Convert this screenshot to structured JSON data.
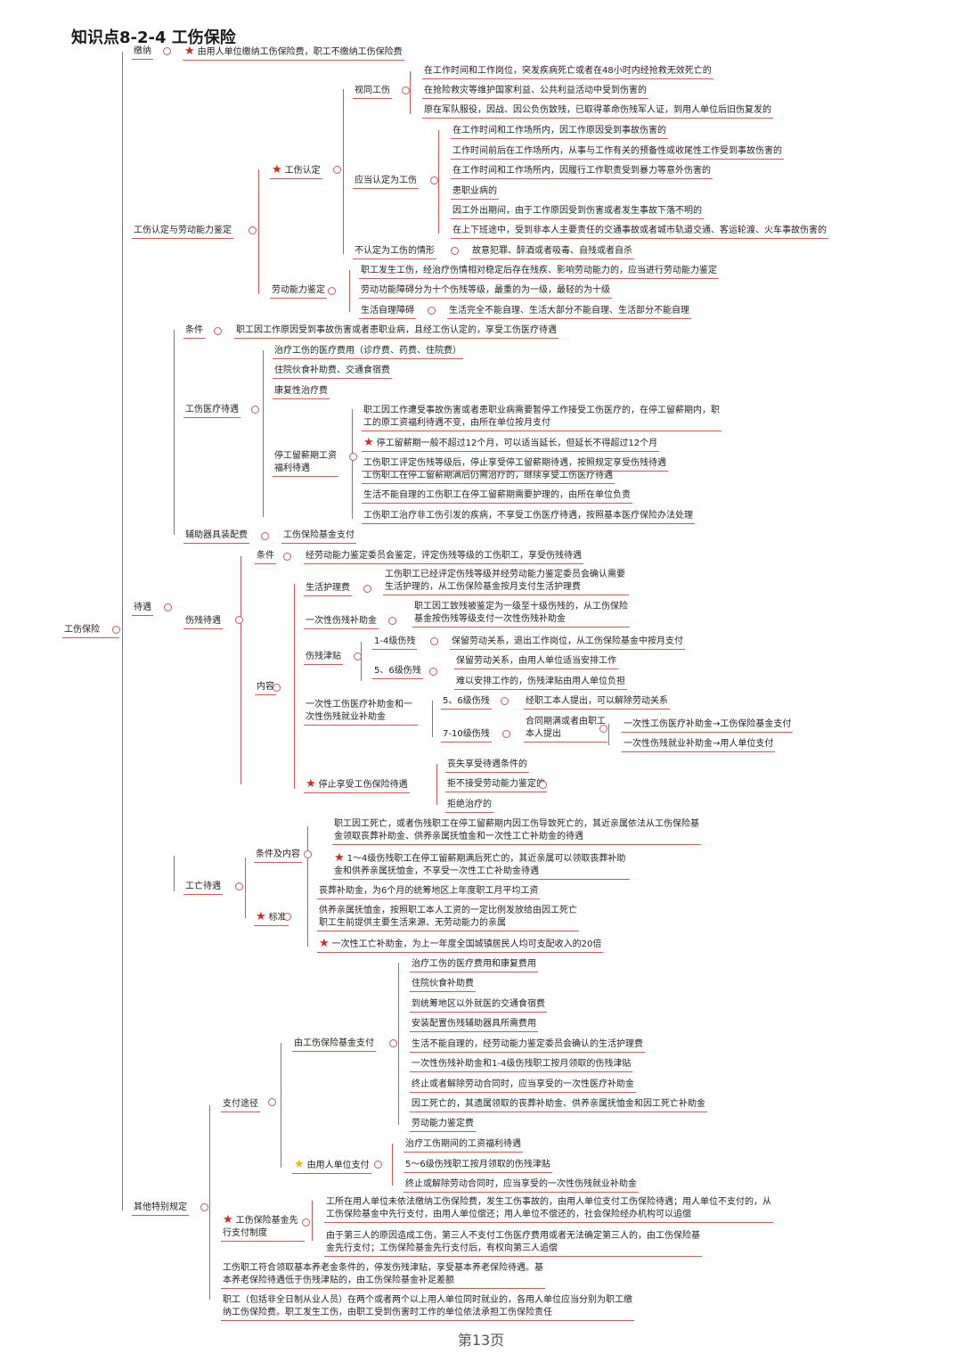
{
  "title": "知识点8-2-4 工伤保险",
  "footer": "第13页",
  "nodes": [
    {
      "id": "root",
      "text": "工伤保险"
    },
    {
      "id": "jiaona",
      "text": "缴纳"
    },
    {
      "id": "jiaona_c",
      "text": "由用人单位缴纳工伤保险费，职工不缴纳工伤保险费",
      "star": "red"
    },
    {
      "id": "rd",
      "text": "工伤认定与劳动能力鉴定"
    },
    {
      "id": "gsrd",
      "text": "工伤认定",
      "star": "red"
    },
    {
      "id": "stgs",
      "text": "视同工伤"
    },
    {
      "id": "stgs1",
      "text": "在工作时间和工作岗位，突发疾病死亡或者在48小时内经抢救无效死亡的"
    },
    {
      "id": "stgs2",
      "text": "在抢险救灾等维护国家利益、公共利益活动中受到伤害的"
    },
    {
      "id": "stgs3",
      "text": "原在军队服役，因战、因公负伤致残，已取得革命伤残军人证，到用人单位后旧伤复发的"
    },
    {
      "id": "yrd",
      "text": "应当认定为工伤"
    },
    {
      "id": "yrd1",
      "text": "在工作时间和工作场所内，因工作原因受到事故伤害的"
    },
    {
      "id": "yrd2",
      "text": "工作时间前后在工作场所内，从事与工作有关的预备性或收尾性工作受到事故伤害的"
    },
    {
      "id": "yrd3",
      "text": "在工作时间和工作场所内，因履行工作职责受到暴力等意外伤害的"
    },
    {
      "id": "yrd4",
      "text": "患职业病的"
    },
    {
      "id": "yrd5",
      "text": "因工外出期间，由于工作原因受到伤害或者发生事故下落不明的"
    },
    {
      "id": "yrd6",
      "text": "在上下班途中，受到非本人主要责任的交通事故或者城市轨道交通、客运轮渡、火车事故伤害的"
    },
    {
      "id": "brd",
      "text": "不认定为工伤的情形"
    },
    {
      "id": "brd1",
      "text": "故意犯罪、醉酒或者吸毒、自残或者自杀"
    },
    {
      "id": "ldnl",
      "text": "劳动能力鉴定"
    },
    {
      "id": "ldnl1",
      "text": "职工发生工伤，经治疗伤情相对稳定后存在残疾、影响劳动能力的，应当进行劳动能力鉴定"
    },
    {
      "id": "ldnl2",
      "text": "劳动功能障碍分为十个伤残等级，最重的为一级，最轻的为十级"
    },
    {
      "id": "ldnl3",
      "text": "生活自理障碍"
    },
    {
      "id": "ldnl3a",
      "text": "生活完全不能自理、生活大部分不能自理、生活部分不能自理"
    },
    {
      "id": "dy",
      "text": "待遇"
    },
    {
      "id": "tj",
      "text": "条件"
    },
    {
      "id": "tj1",
      "text": "职工因工作原因受到事故伤害或者患职业病，且经工伤认定的，享受工伤医疗待遇"
    },
    {
      "id": "ylzd",
      "text": "工伤医疗待遇"
    },
    {
      "id": "yl1",
      "text": "治疗工伤的医疗费用（诊疗费、药费、住院费）"
    },
    {
      "id": "yl2",
      "text": "住院伙食补助费、交通食宿费"
    },
    {
      "id": "yl3",
      "text": "康复性治疗费"
    },
    {
      "id": "tgls",
      "text": "停工留薪期工资福利待遇"
    },
    {
      "id": "tg1",
      "text": "职工因工作遭受事故伤害或者患职业病需要暂停工作接受工伤医疗的，在停工留薪期内，职工的原工资福利待遇不变，由所在单位按月支付"
    },
    {
      "id": "tg2",
      "text": "停工留薪期一般不超过12个月，可以适当延长，但延长不得超过12个月",
      "star": "red"
    },
    {
      "id": "tg3",
      "text": "工伤职工评定伤残等级后，停止享受停工留薪期待遇，按照规定享受伤残待遇"
    },
    {
      "id": "tg3b",
      "text": "工伤职工在停工留薪期满后仍需治疗的，继续享受工伤医疗待遇"
    },
    {
      "id": "tg4",
      "text": "生活不能自理的工伤职工在停工留薪期需要护理的，由所在单位负责"
    },
    {
      "id": "tg5",
      "text": "工伤职工治疗非工伤引发的疾病，不享受工伤医疗待遇，按照基本医疗保险办法处理"
    },
    {
      "id": "fzqj",
      "text": "辅助器具装配费"
    },
    {
      "id": "fzqj1",
      "text": "工伤保险基金支付"
    },
    {
      "id": "scdy",
      "text": "伤残待遇"
    },
    {
      "id": "sc_tj",
      "text": "条件"
    },
    {
      "id": "sc_tj1",
      "text": "经劳动能力鉴定委员会鉴定，评定伤残等级的工伤职工，享受伤残待遇"
    },
    {
      "id": "nr",
      "text": "内容"
    },
    {
      "id": "shhl",
      "text": "生活护理费"
    },
    {
      "id": "shhl1",
      "text": "工伤职工已经评定伤残等级并经劳动能力鉴定委员会确认需要生活护理的，从工伤保险基金按月支付生活护理费"
    },
    {
      "id": "ycxsc",
      "text": "一次性伤残补助金"
    },
    {
      "id": "ycxsc1",
      "text": "职工因工致残被鉴定为一级至十级伤残的，从工伤保险基金按伤残等级支付一次性伤残补助金"
    },
    {
      "id": "scjt",
      "text": "伤残津贴"
    },
    {
      "id": "sc14",
      "text": "1-4级伤残"
    },
    {
      "id": "sc14a",
      "text": "保留劳动关系，退出工作岗位，从工伤保险基金中按月支付"
    },
    {
      "id": "sc56",
      "text": "5、6级伤残"
    },
    {
      "id": "sc56a",
      "text": "保留劳动关系，由用人单位适当安排工作"
    },
    {
      "id": "sc56b",
      "text": "难以安排工作的，伤残津贴由用人单位负担"
    },
    {
      "id": "ycxyl",
      "text": "一次性工伤医疗补助金和一次性伤残就业补助金"
    },
    {
      "id": "ycx56",
      "text": "5、6级伤残"
    },
    {
      "id": "ycx56a",
      "text": "经职工本人提出，可以解除劳动关系"
    },
    {
      "id": "ycx710",
      "text": "7-10级伤残"
    },
    {
      "id": "ycx710a",
      "text": "合同期满或者由职工本人提出"
    },
    {
      "id": "ycx710b",
      "text": "一次性工伤医疗补助金→工伤保险基金支付"
    },
    {
      "id": "ycx710c",
      "text": "一次性伤残就业补助金→用人单位支付"
    },
    {
      "id": "tzxs",
      "text": "停止享受工伤保险待遇",
      "star": "red"
    },
    {
      "id": "tz1",
      "text": "丧失享受待遇条件的"
    },
    {
      "id": "tz2",
      "text": "拒不接受劳动能力鉴定的"
    },
    {
      "id": "tz3",
      "text": "拒绝治疗的"
    },
    {
      "id": "gwdy",
      "text": "工亡待遇"
    },
    {
      "id": "tjnr",
      "text": "条件及内容"
    },
    {
      "id": "tjnr1",
      "text": "职工因工死亡，或者伤残职工在停工留薪期内因工伤导致死亡的，其近亲属依法从工伤保险基金领取丧葬补助金、供养亲属抚恤金和一次性工亡补助金的待遇"
    },
    {
      "id": "tjnr2",
      "text": "1～4级伤残职工在停工留薪期满后死亡的，其近亲属可以领取丧葬补助金和供养亲属抚恤金，不享受一次性工亡补助金待遇",
      "star": "red"
    },
    {
      "id": "bz",
      "text": "标准",
      "star": "red"
    },
    {
      "id": "bz1",
      "text": "丧葬补助金，为6个月的统筹地区上年度职工月平均工资"
    },
    {
      "id": "bz2",
      "text": "供养亲属抚恤金，按照职工本人工资的一定比例发放给由因工死亡职工生前提供主要生活来源、无劳动能力的亲属"
    },
    {
      "id": "bz3",
      "text": "一次性工亡补助金，为上一年度全国城镇居民人均可支配收入的20倍",
      "star": "red"
    },
    {
      "id": "qt",
      "text": "其他特别规定"
    },
    {
      "id": "zftj",
      "text": "支付途径"
    },
    {
      "id": "jjzf",
      "text": "由工伤保险基金支付"
    },
    {
      "id": "jj1",
      "text": "治疗工伤的医疗费用和康复费用"
    },
    {
      "id": "jj2",
      "text": "住院伙食补助费"
    },
    {
      "id": "jj3",
      "text": "到统筹地区以外就医的交通食宿费"
    },
    {
      "id": "jj4",
      "text": "安装配置伤残辅助器具所需费用"
    },
    {
      "id": "jj5",
      "text": "生活不能自理的，经劳动能力鉴定委员会确认的生活护理费"
    },
    {
      "id": "jj6",
      "text": "一次性伤残补助金和1-4级伤残职工按月领取的伤残津贴"
    },
    {
      "id": "jj7",
      "text": "终止或者解除劳动合同时，应当享受的一次性医疗补助金"
    },
    {
      "id": "jj8",
      "text": "因工死亡的，其遗属领取的丧葬补助金、供养亲属抚恤金和因工死亡补助金"
    },
    {
      "id": "jj9",
      "text": "劳动能力鉴定费"
    },
    {
      "id": "dwzf",
      "text": "由用人单位支付",
      "star": "yellow"
    },
    {
      "id": "dw1",
      "text": "治疗工伤期间的工资福利待遇"
    },
    {
      "id": "dw2",
      "text": "5～6级伤残职工按月领取的伤残津贴"
    },
    {
      "id": "dw3",
      "text": "终止或解除劳动合同时，应当享受的一次性伤残就业补助金"
    },
    {
      "id": "xxzf",
      "text": "工伤保险基金先行支付制度",
      "star": "red"
    },
    {
      "id": "xx1",
      "text": "工所在用人单位未依法缴纳工伤保险费，发生工伤事故的，由用人单位支付工伤保险待遇；用人单位不支付的，从工伤保险基金中先行支付，由用人单位偿还；用人单位不偿还的，社会保险经办机构可以追偿"
    },
    {
      "id": "xx2",
      "text": "由于第三人的原因造成工伤，第三人不支付工伤医疗费用或者无法确定第三人的，由工伤保险基金先行支付；工伤保险基金先行支付后，有权向第三人追偿"
    },
    {
      "id": "qt1",
      "text": "工伤职工符合领取基本养老金条件的，停发伤残津贴，享受基本养老保险待遇。基本养老保险待遇低于伤残津贴的，由工伤保险基金补足差额"
    },
    {
      "id": "qt2",
      "text": "职工（包括非全日制从业人员）在两个或者两个以上用人单位同时就业的，各用人单位应当分别为职工缴纳工伤保险费。职工发生工伤，由职工受到伤害时工作的单位依法承担工伤保险责任"
    }
  ]
}
